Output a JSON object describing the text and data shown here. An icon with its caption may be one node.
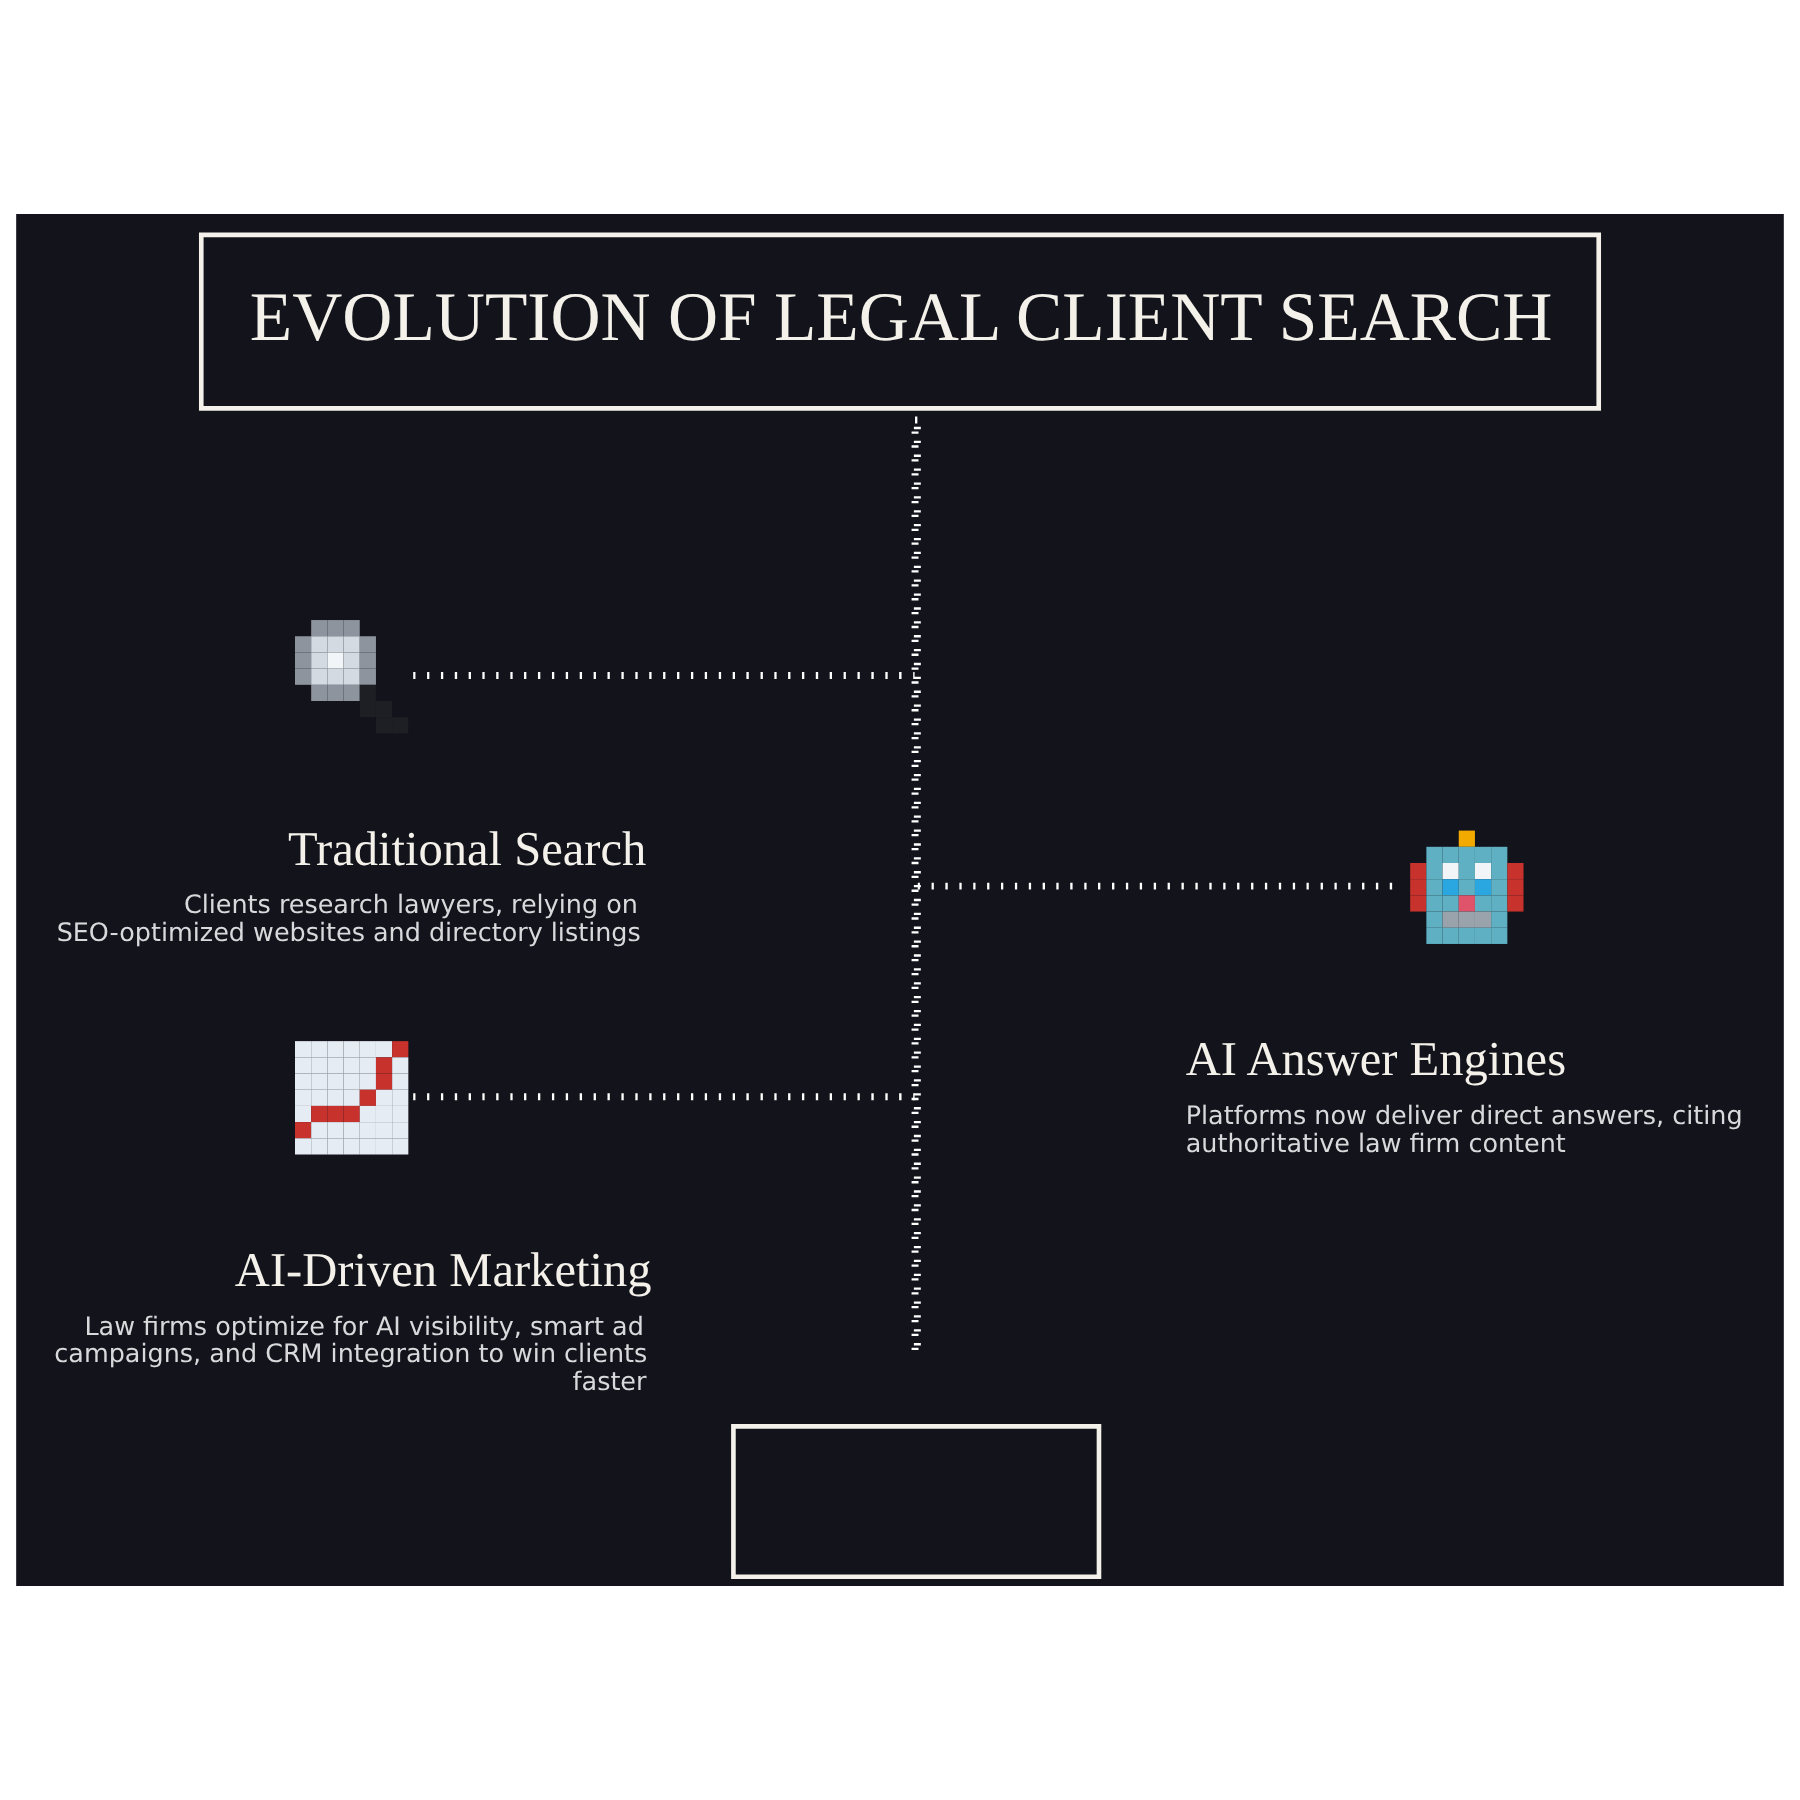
{
  "diagram": {
    "title": "EVOLUTION OF LEGAL CLIENT SEARCH",
    "nodes": [
      {
        "text": [],
        "shape": "bar"
      },
      {
        "text": [],
        "shape": "picture",
        "beside": [
          "Traditional Search",
          "Clients research lawyers, relying on SEO-optimized websites and directory listings"
        ]
      },
      {
        "text": [],
        "shape": "picture",
        "beside": [
          "AI Answer Engines",
          "Platforms now deliver direct answers, citing authoritative law firm content"
        ]
      },
      {
        "text": [],
        "shape": "picture",
        "beside": [
          "AI-Driven Marketing",
          "Law firms optimize for AI visibility, smart ad campaigns, and CRM integration to win clients faster"
        ]
      },
      {
        "text": [],
        "shape": "box"
      }
    ],
    "edges": [
      {
        "from": 1,
        "to": 0,
        "arrow": "none"
      },
      {
        "from": 0,
        "to": 2,
        "arrow": "none"
      },
      {
        "from": 3,
        "to": 0,
        "arrow": "none"
      }
    ]
  }
}
